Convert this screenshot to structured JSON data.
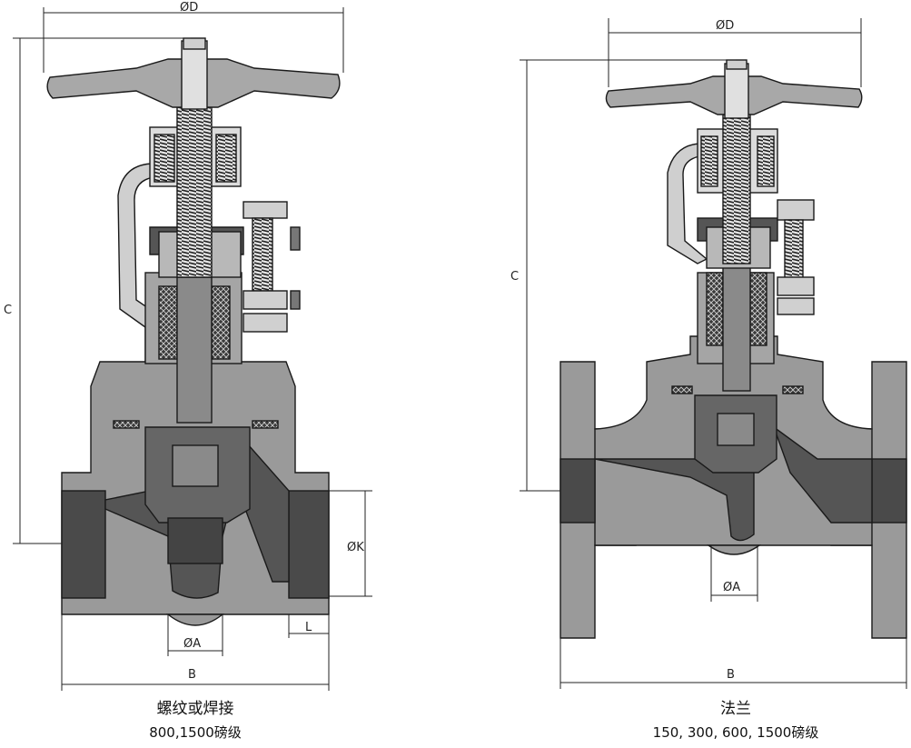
{
  "left_view": {
    "dim_handwheel_diameter": "ØD",
    "dim_height": "C",
    "dim_port_diameter": "ØK",
    "dim_bore": "ØA",
    "dim_socket_depth": "L",
    "dim_length": "B",
    "caption_type": "螺纹或焊接",
    "caption_class": "800,1500磅级"
  },
  "right_view": {
    "dim_handwheel_diameter": "ØD",
    "dim_height": "C",
    "dim_bore": "ØA",
    "dim_length": "B",
    "caption_type": "法兰",
    "caption_class": "150, 300, 600, 1500磅级"
  },
  "colors": {
    "body_fill": "#9a9a9a",
    "dark_part": "#555555",
    "light_part": "#d8d8d8",
    "line": "#1a1a1a"
  }
}
